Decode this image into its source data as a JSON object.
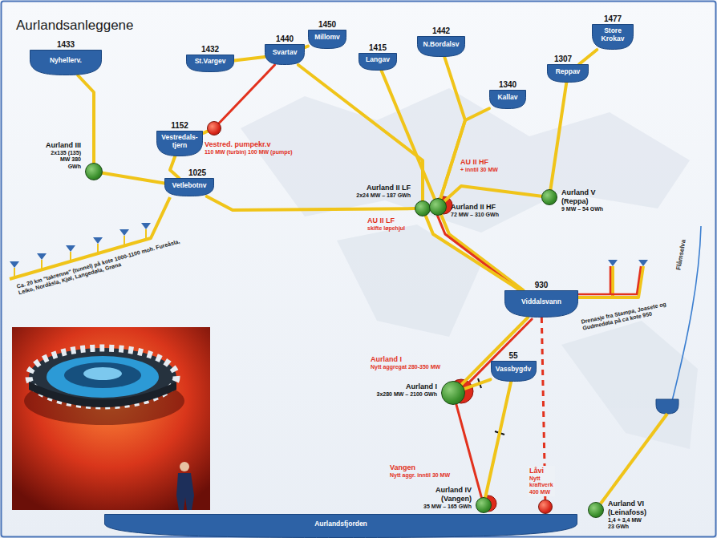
{
  "diagram": {
    "title": "Aurlandsanleggene",
    "nodes": [
      {
        "text": [
          "1433",
          "Nyhellerv."
        ]
      },
      {
        "text": [
          "1432",
          "St.Vargev"
        ]
      },
      {
        "text": [
          "1440",
          "Svartav"
        ]
      },
      {
        "text": [
          "1450",
          "Millomv"
        ]
      },
      {
        "text": [
          "1442",
          "N.Bordalsv"
        ]
      },
      {
        "text": [
          "1477",
          "Store Krokav"
        ]
      },
      {
        "text": [
          "1415",
          "Langav"
        ]
      },
      {
        "text": [
          "1307",
          "Reppav"
        ]
      },
      {
        "text": [
          "1340",
          "Kallav"
        ]
      },
      {
        "text": [
          "1152",
          "Vestredals- tjern"
        ]
      },
      {
        "text": [
          "Vestred. pumpekr.v",
          "110 MW (turbin) 100 MW (pumpe)"
        ]
      },
      {
        "text": [
          "Aurland III",
          "2x135 (135) MW 380 GWh"
        ]
      },
      {
        "text": [
          "1025",
          "Vetlebotnv"
        ]
      },
      {
        "text": [
          "Aurland II LF",
          "2x24 MW – 187 GWh"
        ]
      },
      {
        "text": [
          "Aurland II HF",
          "72 MW – 310 GWh"
        ]
      },
      {
        "text": [
          "Aurland V (Reppa)",
          "9 MW – 54 GWh"
        ]
      },
      {
        "text": [
          "930",
          "Viddalsvann"
        ]
      },
      {
        "text": [
          "Aurland I",
          "3x280 MW – 2100 GWh"
        ]
      },
      {
        "text": [
          "55",
          "Vassbygdv"
        ]
      },
      {
        "text": [
          "Aurland IV (Vangen)",
          "35 MW – 165 GWh"
        ]
      },
      {
        "text": [
          "Låvi",
          "Nytt kraftverk 400 MW"
        ]
      },
      {
        "text": [
          "Aurland VI (Leinafoss)",
          "1,4 + 3,4 MW 23 GWh"
        ]
      },
      {
        "text": [
          "Aurlandsfjorden"
        ]
      }
    ],
    "edges": [
      {
        "from": 0,
        "to": 11,
        "arrow": "none"
      },
      {
        "from": 11,
        "to": 12,
        "arrow": "none"
      },
      {
        "from": 9,
        "to": 12,
        "arrow": "none"
      },
      {
        "from": 9,
        "to": 10,
        "arrow": "none"
      },
      {
        "from": 10,
        "to": 2,
        "arrow": "none"
      },
      {
        "from": 1,
        "to": 2,
        "arrow": "none"
      },
      {
        "from": 3,
        "to": 2,
        "arrow": "none"
      },
      {
        "from": 2,
        "to": 13,
        "arrow": "none"
      },
      {
        "from": 6,
        "to": 14,
        "arrow": "none"
      },
      {
        "from": 4,
        "to": 14,
        "arrow": "none"
      },
      {
        "from": 8,
        "to": 14,
        "arrow": "none"
      },
      {
        "from": 5,
        "to": 7,
        "arrow": "none"
      },
      {
        "from": 7,
        "to": 15,
        "arrow": "none"
      },
      {
        "from": 15,
        "to": 14,
        "arrow": "none"
      },
      {
        "from": 12,
        "to": 13,
        "arrow": "none"
      },
      {
        "from": 14,
        "to": 16,
        "arrow": "none"
      },
      {
        "from": 13,
        "to": 16,
        "arrow": "none"
      },
      {
        "from": 16,
        "to": 17,
        "arrow": "none"
      },
      {
        "from": 17,
        "to": 18,
        "arrow": "none"
      },
      {
        "from": 18,
        "to": 19,
        "arrow": "none"
      },
      {
        "from": 17,
        "to": 19,
        "arrow": "none"
      },
      {
        "from": 16,
        "to": 20,
        "arrow": "none"
      }
    ],
    "labels": [
      "AU II HF",
      "+ inntil 30 MW",
      "AU II LF",
      "skifte løpehjul",
      "Aurland I",
      "Nytt aggregat 280-350 MW",
      "Vangen",
      "Nytt aggr. inntil 30 MW",
      "Ca. 20 km \"takrenne\" (tunnel) på kote 1000-1100 moh. Fureåsla, Leiko, Nordåsla, Kjøl, Langedøla, Grøna",
      "Drenasje fra Stampa, Joasete og Gudmedøla på ca kote 950",
      "Flåmselva"
    ]
  }
}
